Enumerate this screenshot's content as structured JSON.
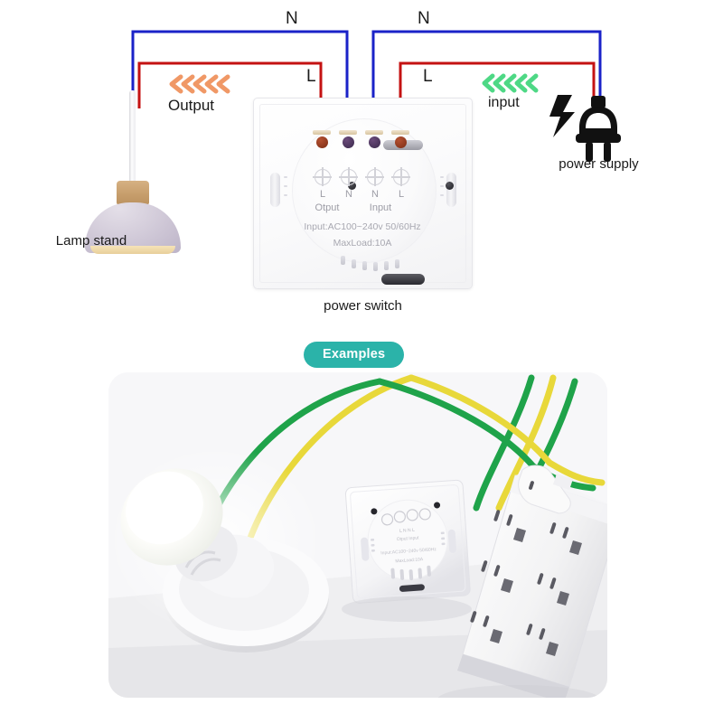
{
  "diagram": {
    "wire_labels": {
      "neutral_left": "N",
      "neutral_right": "N",
      "live_left": "L",
      "live_right": "L"
    },
    "output": {
      "label": "Output",
      "arrow_color": "#f0935e",
      "arrow_icon": "chevron-left-arrows"
    },
    "input": {
      "label": "input",
      "arrow_color": "#45d67f",
      "arrow_icon": "chevron-left-arrows"
    },
    "lamp": {
      "caption": "Lamp stand",
      "icon": "pendant-lamp-icon"
    },
    "power_supply": {
      "caption": "power supply",
      "icon": "power-plug-icon",
      "bolt_icon": "lightning-bolt-icon"
    },
    "switch": {
      "caption": "power switch",
      "terminals": [
        "L",
        "N",
        "N",
        "L"
      ],
      "group_left": "Otput",
      "group_right": "Input",
      "spec_voltage": "Input:AC100~240v  50/60Hz",
      "spec_load": "MaxLoad:10A"
    },
    "wire_colors": {
      "neutral": "#1a22c8",
      "live": "#c41212"
    }
  },
  "examples": {
    "badge_label": "Examples",
    "badge_color": "#2bb3a9"
  },
  "photo": {
    "alt": "wiring example with lit bulb, wall switch and power strip",
    "elements": [
      "lit-light-bulb",
      "lamp-holder-socket",
      "wall-touch-switch",
      "power-strip",
      "green-wire",
      "yellow-wire"
    ]
  }
}
